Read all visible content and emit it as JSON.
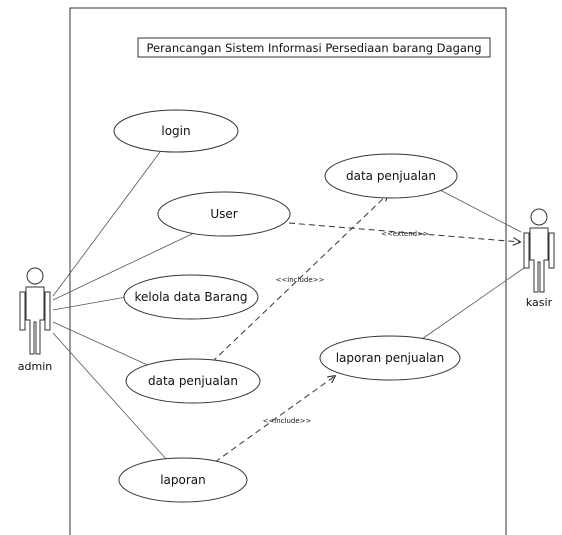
{
  "diagram": {
    "title": "Perancangan Sistem Informasi Persediaan barang Dagang",
    "actors": {
      "admin": "admin",
      "kasir": "kasir"
    },
    "use_cases": {
      "login": "login",
      "user": "User",
      "kelola": "kelola data Barang",
      "data_penjualan_left": "data penjualan",
      "laporan": "laporan",
      "data_penjualan_right": "data penjualan",
      "laporan_penjualan": "laporan penjualan"
    },
    "relations": {
      "extend_label": "<<extend>>",
      "include_label_1": "<<include>>",
      "include_label_2": "<<include>>"
    }
  }
}
